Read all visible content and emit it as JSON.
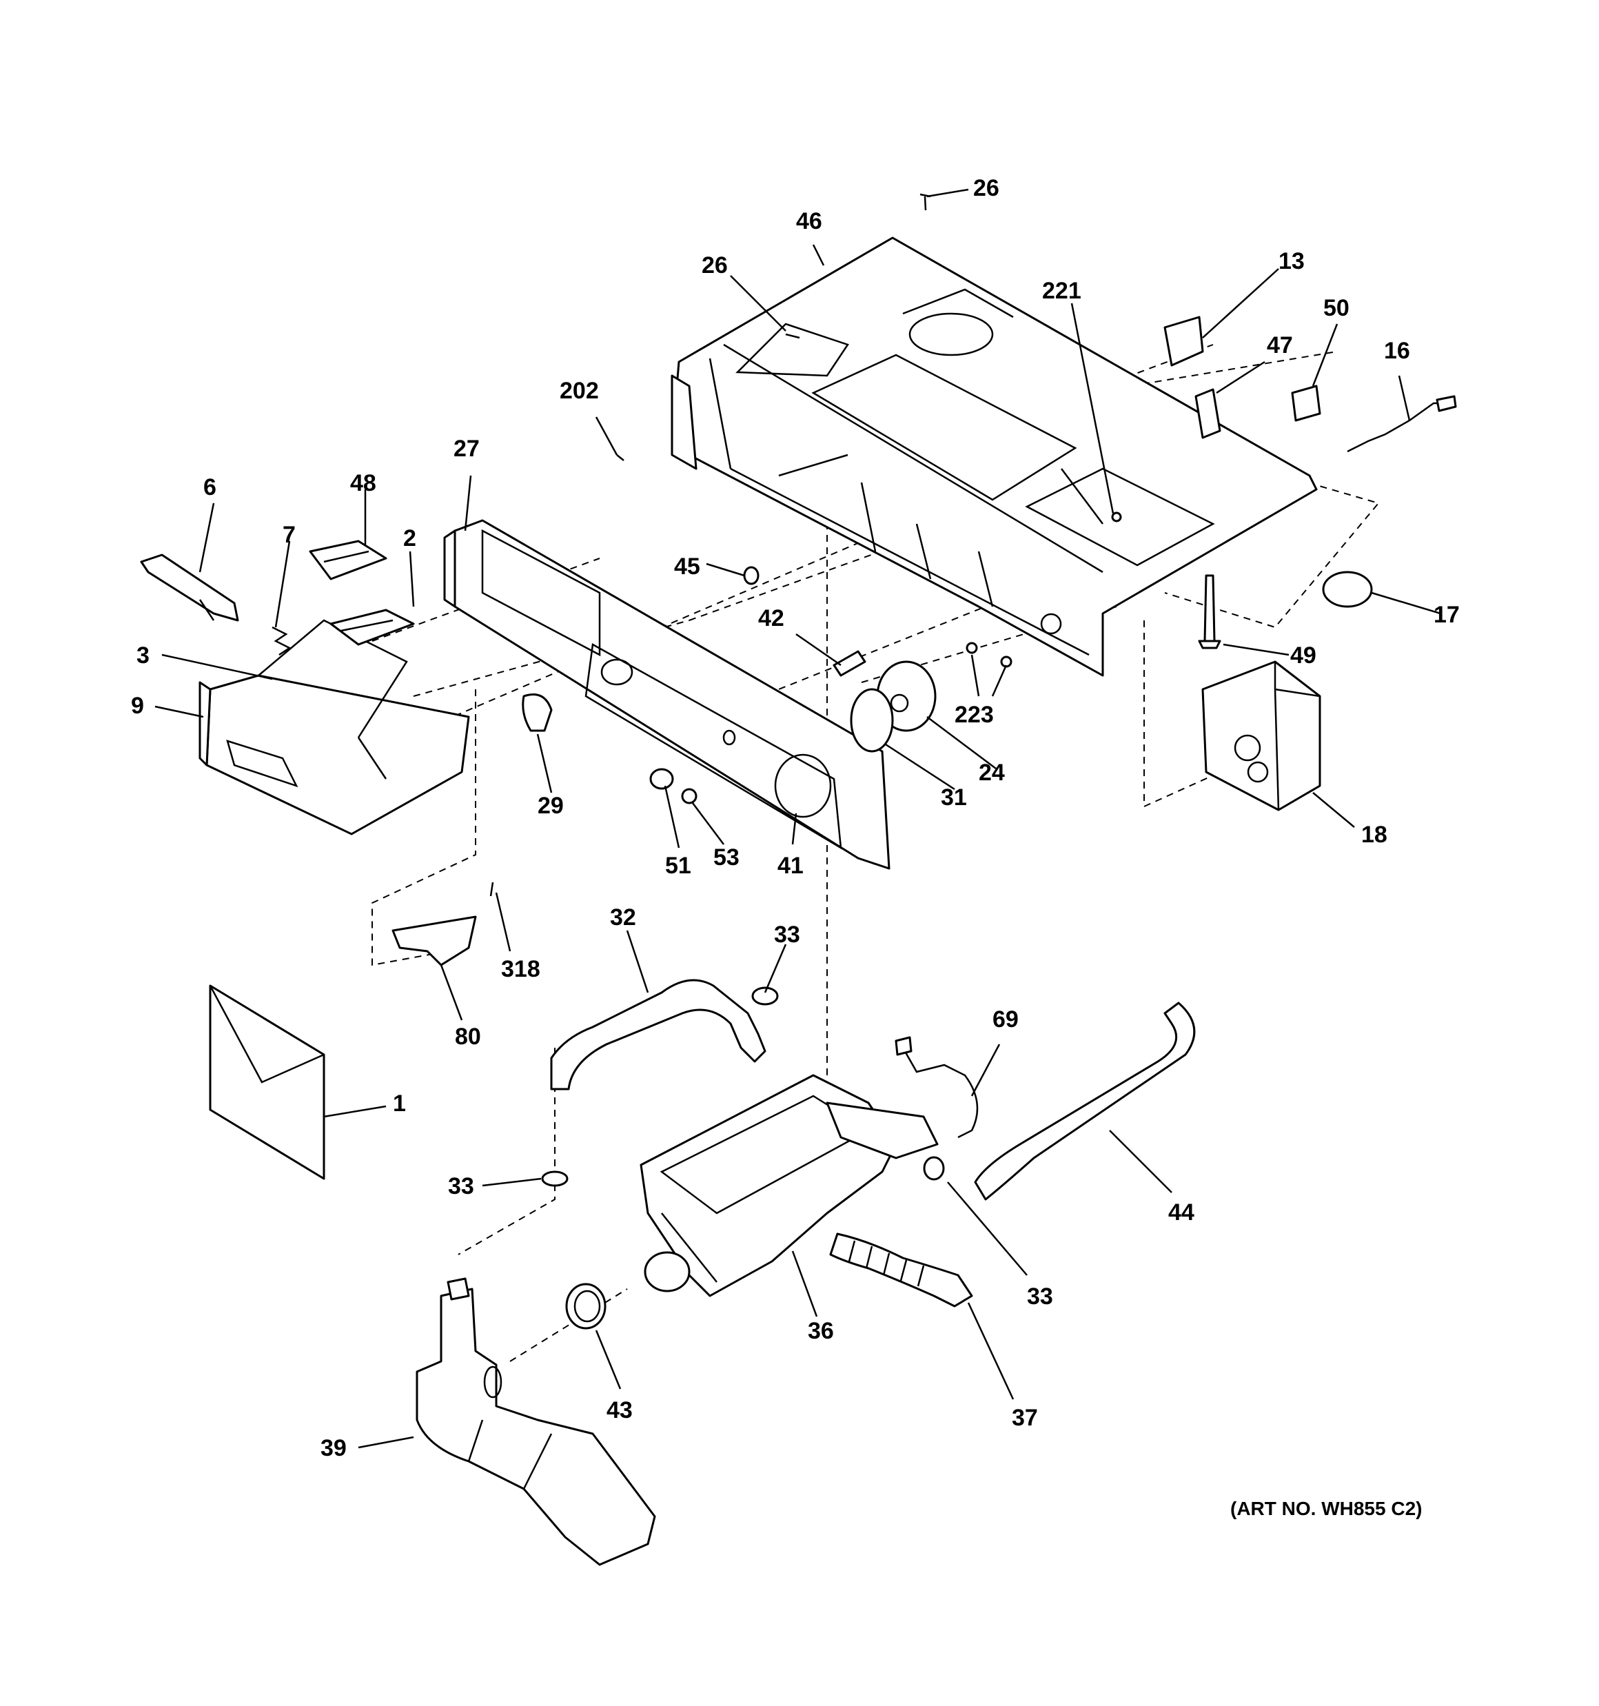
{
  "callouts": [
    {
      "id": "c-26a",
      "text": "26"
    },
    {
      "id": "c-46",
      "text": "46"
    },
    {
      "id": "c-26b",
      "text": "26"
    },
    {
      "id": "c-13",
      "text": "13"
    },
    {
      "id": "c-221",
      "text": "221"
    },
    {
      "id": "c-50",
      "text": "50"
    },
    {
      "id": "c-47",
      "text": "47"
    },
    {
      "id": "c-16",
      "text": "16"
    },
    {
      "id": "c-202",
      "text": "202"
    },
    {
      "id": "c-27",
      "text": "27"
    },
    {
      "id": "c-48",
      "text": "48"
    },
    {
      "id": "c-6",
      "text": "6"
    },
    {
      "id": "c-7",
      "text": "7"
    },
    {
      "id": "c-2",
      "text": "2"
    },
    {
      "id": "c-45",
      "text": "45"
    },
    {
      "id": "c-3",
      "text": "3"
    },
    {
      "id": "c-42",
      "text": "42"
    },
    {
      "id": "c-17",
      "text": "17"
    },
    {
      "id": "c-49",
      "text": "49"
    },
    {
      "id": "c-9",
      "text": "9"
    },
    {
      "id": "c-223",
      "text": "223"
    },
    {
      "id": "c-24",
      "text": "24"
    },
    {
      "id": "c-29",
      "text": "29"
    },
    {
      "id": "c-31",
      "text": "31"
    },
    {
      "id": "c-18",
      "text": "18"
    },
    {
      "id": "c-51",
      "text": "51"
    },
    {
      "id": "c-53",
      "text": "53"
    },
    {
      "id": "c-41",
      "text": "41"
    },
    {
      "id": "c-32",
      "text": "32"
    },
    {
      "id": "c-33a",
      "text": "33"
    },
    {
      "id": "c-318",
      "text": "318"
    },
    {
      "id": "c-69",
      "text": "69"
    },
    {
      "id": "c-80",
      "text": "80"
    },
    {
      "id": "c-1",
      "text": "1"
    },
    {
      "id": "c-33b",
      "text": "33"
    },
    {
      "id": "c-44",
      "text": "44"
    },
    {
      "id": "c-33c",
      "text": "33"
    },
    {
      "id": "c-36",
      "text": "36"
    },
    {
      "id": "c-43",
      "text": "43"
    },
    {
      "id": "c-37",
      "text": "37"
    },
    {
      "id": "c-39",
      "text": "39"
    }
  ],
  "art_number": "(ART NO. WH855 C2)"
}
